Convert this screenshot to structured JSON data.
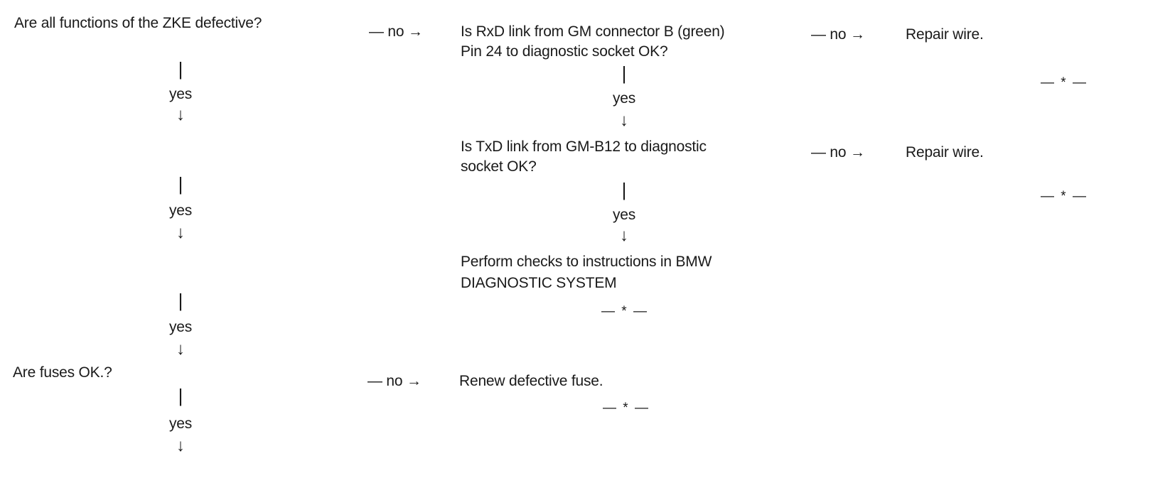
{
  "left": {
    "q1": "Are all functions of the ZKE defective?",
    "q2": "Are fuses OK.?",
    "bar": "|",
    "yes": "yes",
    "down_arrow": "↓"
  },
  "middle": {
    "b1_line1": "Is RxD link from GM connector B (green)",
    "b1_line2": "Pin 24 to diagnostic socket OK?",
    "b2_line1": "Is TxD link from GM-B12 to diagnostic",
    "b2_line2": "socket OK?",
    "b3_line1": "Perform checks to instructions in BMW",
    "b3_line2": "DIAGNOSTIC SYSTEM",
    "b4": "Renew defective fuse.",
    "bar": "|",
    "yes": "yes",
    "down_arrow": "↓"
  },
  "right": {
    "r1": "Repair wire.",
    "r2": "Repair wire."
  },
  "connector_no": "— no →",
  "end_mark": "— * —"
}
